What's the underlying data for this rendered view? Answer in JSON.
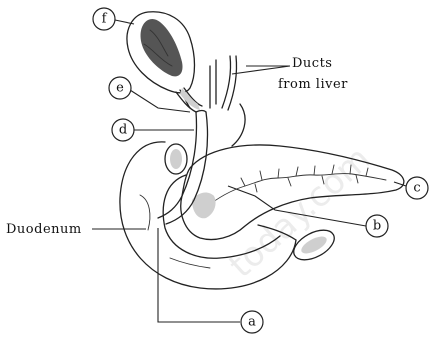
{
  "labels": {
    "a": "a",
    "b": "b",
    "c": "c",
    "d": "d",
    "e": "e",
    "f": "f",
    "ducts_line1": "Ducts",
    "ducts_line2": "from liver",
    "duodenum": "Duodenum"
  }
}
